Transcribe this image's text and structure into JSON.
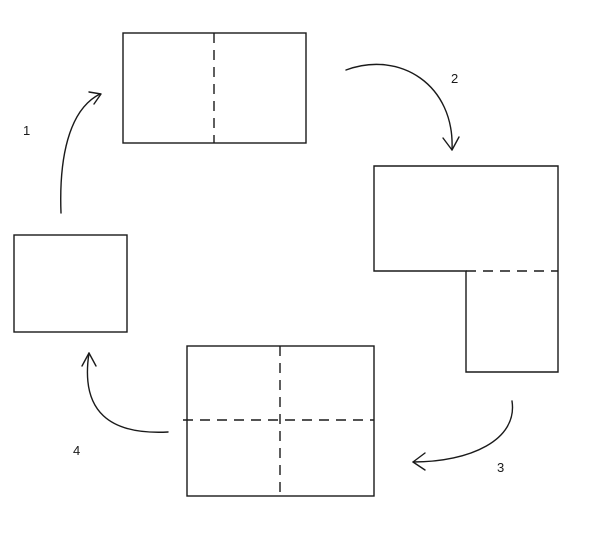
{
  "steps": [
    {
      "label": "1"
    },
    {
      "label": "2"
    },
    {
      "label": "3"
    },
    {
      "label": "4"
    }
  ],
  "colors": {
    "stroke": "#1a1a1a",
    "background": "#ffffff"
  }
}
